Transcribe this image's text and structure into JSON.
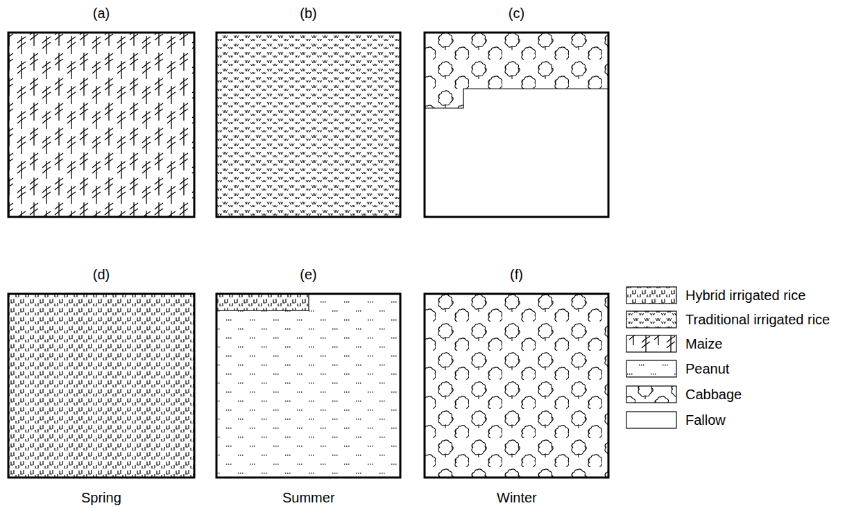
{
  "diagram": {
    "nodes": [
      {
        "text": [
          "(a)"
        ]
      },
      {
        "text": [
          "(b)"
        ]
      },
      {
        "text": [
          "(c)"
        ]
      },
      {
        "text": [
          "(d)"
        ]
      },
      {
        "text": [
          "(e)"
        ]
      },
      {
        "text": [
          "(f)"
        ]
      }
    ],
    "labels": [
      "Spring",
      "Summer",
      "Winter"
    ],
    "legend": [
      {
        "text": "Hybrid irrigated rice"
      },
      {
        "text": "Traditional irrigated rice"
      },
      {
        "text": "Maize"
      },
      {
        "text": "Peanut"
      },
      {
        "text": "Cabbage"
      },
      {
        "text": "Fallow"
      }
    ]
  }
}
